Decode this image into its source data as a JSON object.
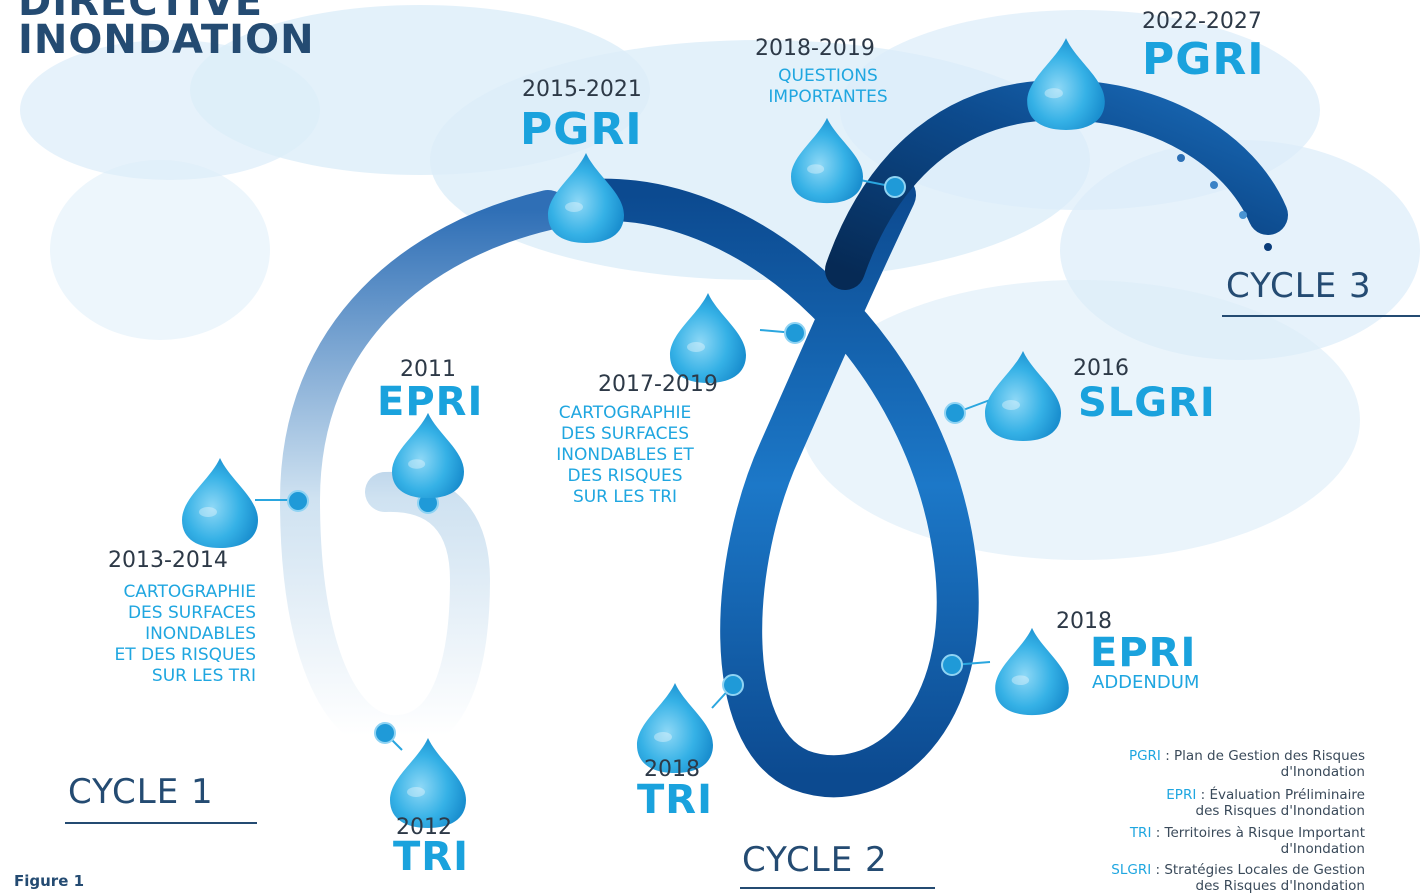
{
  "title_lines": [
    "DIRECTIVE",
    "INONDATION"
  ],
  "colors": {
    "title": "#244b72",
    "accent": "#1aa2dd",
    "ribbon_dark": "#0a3c7a",
    "ribbon_mid": "#1a74c4",
    "ribbon_light": "#b8d8ee",
    "cloud": "#d9ecf8"
  },
  "milestones": {
    "epri_2011": {
      "year": "2011",
      "label": "EPRI",
      "icon": "water-drop-icon"
    },
    "tri_2012": {
      "year": "2012",
      "label": "TRI",
      "icon": "water-drop-icon"
    },
    "carto_2013": {
      "year": "2013-2014",
      "caption_lines": [
        "CARTOGRAPHIE",
        "DES SURFACES",
        "INONDABLES",
        "ET DES RISQUES",
        "SUR LES TRI"
      ],
      "icon": "water-drop-icon"
    },
    "pgri_2015": {
      "year": "2015-2021",
      "label": "PGRI",
      "icon": "water-drop-icon"
    },
    "slgri_2016": {
      "year": "2016",
      "label": "SLGRI",
      "icon": "water-drop-icon"
    },
    "carto_2017": {
      "year": "2017-2019",
      "caption_lines": [
        "CARTOGRAPHIE",
        "DES SURFACES",
        "INONDABLES ET",
        "DES RISQUES",
        "SUR LES TRI"
      ],
      "icon": "water-drop-icon"
    },
    "epri_2018": {
      "year": "2018",
      "label": "EPRI",
      "sub": "ADDENDUM",
      "icon": "water-drop-icon"
    },
    "tri_2018": {
      "year": "2018",
      "label": "TRI",
      "icon": "water-drop-icon"
    },
    "questions_2018": {
      "year": "2018-2019",
      "caption_lines": [
        "QUESTIONS",
        "IMPORTANTES"
      ],
      "icon": "water-drop-icon"
    },
    "pgri_2022": {
      "year": "2022-2027",
      "label": "PGRI",
      "icon": "water-drop-icon"
    }
  },
  "cycles": [
    "CYCLE 1",
    "CYCLE 2",
    "CYCLE 3"
  ],
  "legend": [
    {
      "abbr": "PGRI",
      "line1": " : Plan de Gestion des Risques",
      "line2": "d'Inondation"
    },
    {
      "abbr": "EPRI",
      "line1": " :  Évaluation Préliminaire",
      "line2": "des Risques d'Inondation"
    },
    {
      "abbr": "TRI",
      "line1": " : Territoires à Risque Important",
      "line2": "d'Inondation"
    },
    {
      "abbr": "SLGRI",
      "line1": " : Stratégies Locales de Gestion",
      "line2": "des Risques d'Inondation"
    }
  ],
  "figure_label": "Figure 1"
}
